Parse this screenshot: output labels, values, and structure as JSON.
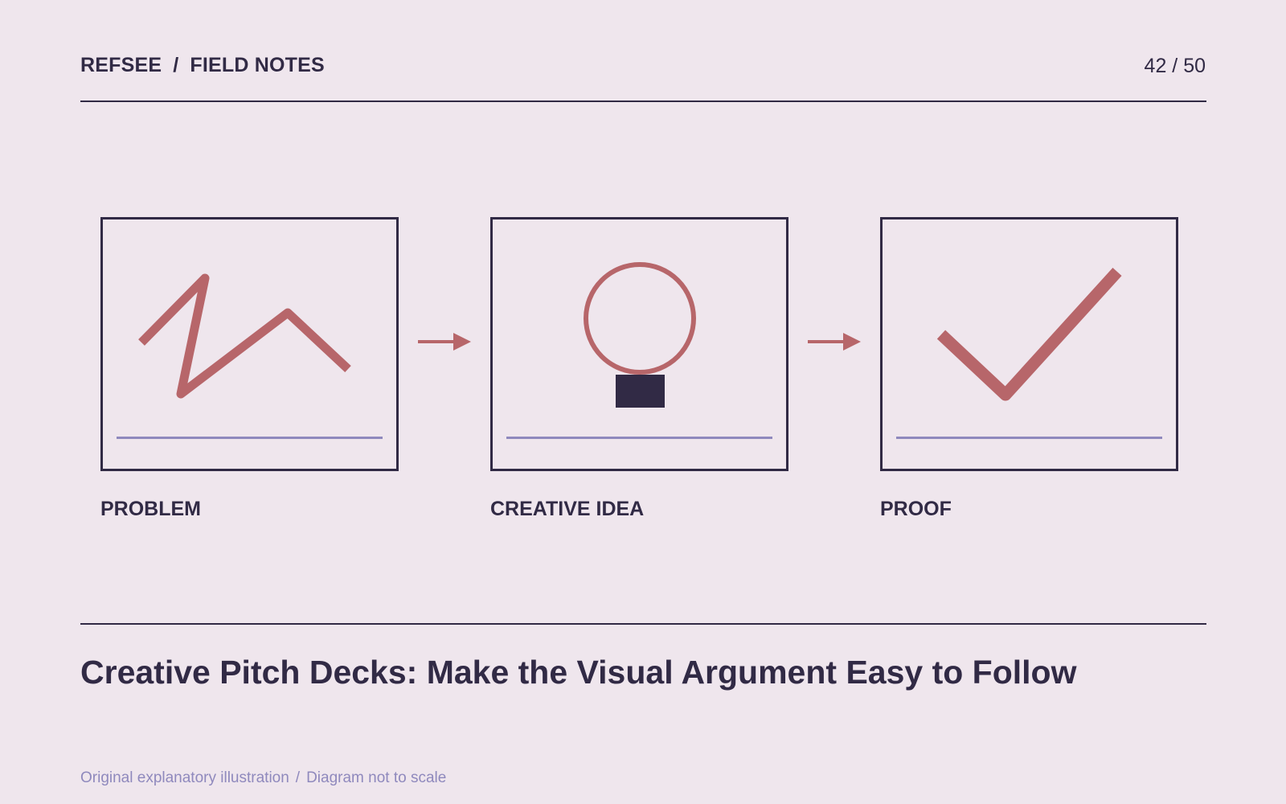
{
  "header": {
    "brand": "REFSEE",
    "separator": "/",
    "section": "FIELD NOTES",
    "page_counter": "42 / 50"
  },
  "diagram": {
    "steps": [
      {
        "label": "PROBLEM",
        "icon": "zigzag-icon"
      },
      {
        "label": "CREATIVE IDEA",
        "icon": "lightbulb-icon"
      },
      {
        "label": "PROOF",
        "icon": "checkmark-icon"
      }
    ],
    "connector_icon": "arrow-right-icon"
  },
  "title": "Creative Pitch Decks: Make the Visual Argument Easy to Follow",
  "footnote": {
    "left": "Original explanatory illustration",
    "separator": "/",
    "right": "Diagram not to scale"
  },
  "colors": {
    "background": "#efe6ed",
    "ink": "#312a45",
    "accent": "#b7666a",
    "muted": "#8f89bd"
  }
}
